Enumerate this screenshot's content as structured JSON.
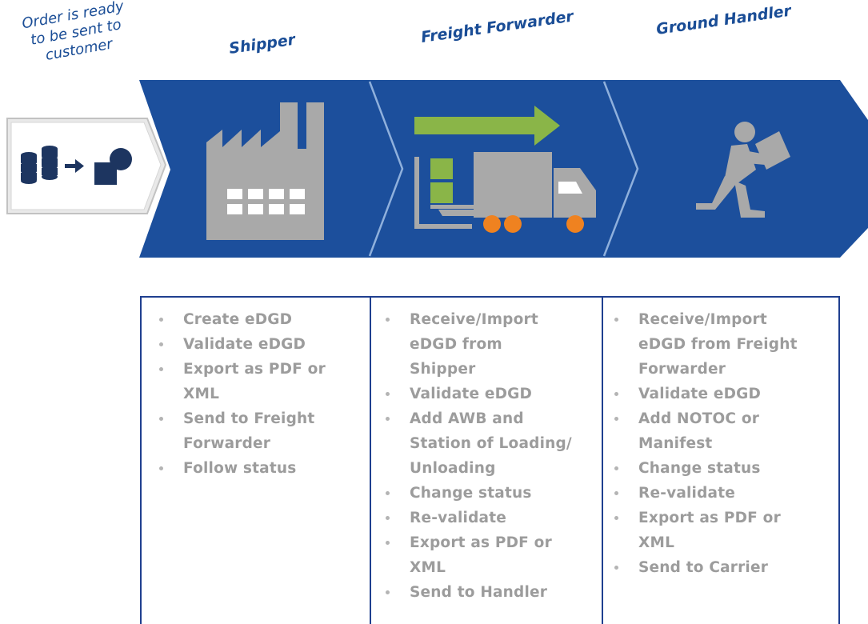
{
  "start": {
    "label": "Order is ready\nto be sent to\ncustomer"
  },
  "stages": [
    {
      "title": "Shipper",
      "tasks": [
        "Create eDGD",
        "Validate eDGD",
        "Export as PDF or\nXML",
        "Send to Freight\nForwarder",
        "Follow status"
      ]
    },
    {
      "title": "Freight Forwarder",
      "tasks": [
        "Receive/Import\neDGD from\nShipper",
        "Validate eDGD",
        "Add AWB and\nStation of Loading/\nUnloading",
        "Change status",
        "Re-validate",
        "Export as PDF or\nXML",
        "Send to Handler"
      ]
    },
    {
      "title": "Ground Handler",
      "tasks": [
        "Receive/Import\neDGD from Freight\nForwarder",
        "Validate eDGD",
        "Add NOTOC or\nManifest",
        "Change status",
        "Re-validate",
        "Export as PDF or\nXML",
        "Send to Carrier"
      ]
    }
  ],
  "icons": {
    "start": "database-to-customer-icon",
    "shipper": "factory-icon",
    "freight_forwarder": "truck-with-arrow-icon",
    "ground_handler": "person-carrying-box-icon"
  },
  "colors": {
    "chevron_blue": "#1c4f9c",
    "title_blue": "#1a4d96",
    "icon_gray": "#a9a9a9",
    "arrow_green": "#8ab548",
    "wheel_orange": "#ef8220",
    "task_text_gray": "#9c9c9c",
    "box_border": "#1f3f8f"
  }
}
